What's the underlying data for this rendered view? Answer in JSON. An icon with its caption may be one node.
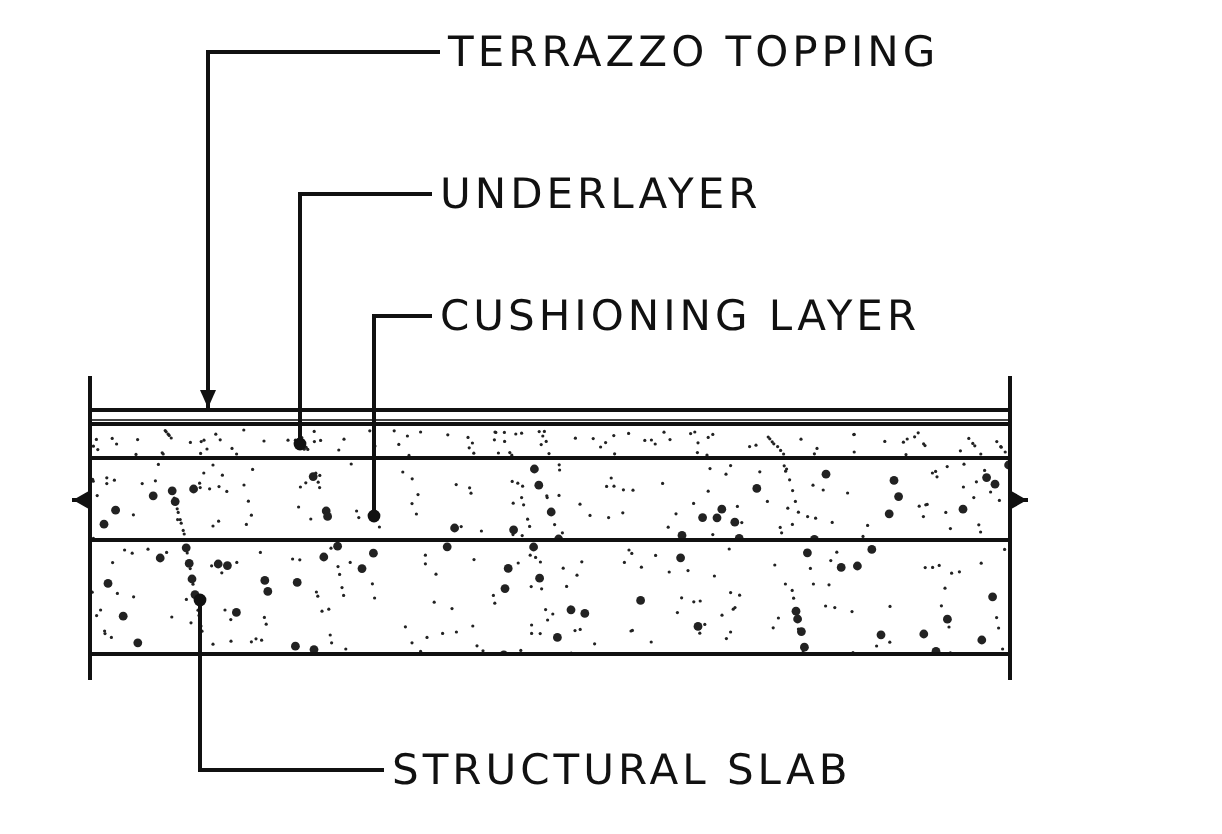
{
  "diagram": {
    "nodes": [
      {
        "text": [
          "TERRAZZO TOPPING"
        ]
      },
      {
        "text": [
          "UNDERLAYER"
        ]
      },
      {
        "text": [
          "CUSHIONING LAYER"
        ]
      },
      {
        "text": [
          "STRUCTURAL SLAB"
        ]
      },
      {
        "text": [],
        "shape": "bar"
      },
      {
        "text": [],
        "shape": "bar"
      },
      {
        "text": [],
        "shape": "bar"
      },
      {
        "text": [],
        "shape": "bar"
      }
    ],
    "edges": [
      {
        "from": 0,
        "to": 4,
        "arrow": "to"
      },
      {
        "from": 1,
        "to": 5,
        "arrow": "other"
      },
      {
        "from": 2,
        "to": 6,
        "arrow": "other"
      },
      {
        "from": 3,
        "to": 7,
        "arrow": "other"
      }
    ]
  }
}
